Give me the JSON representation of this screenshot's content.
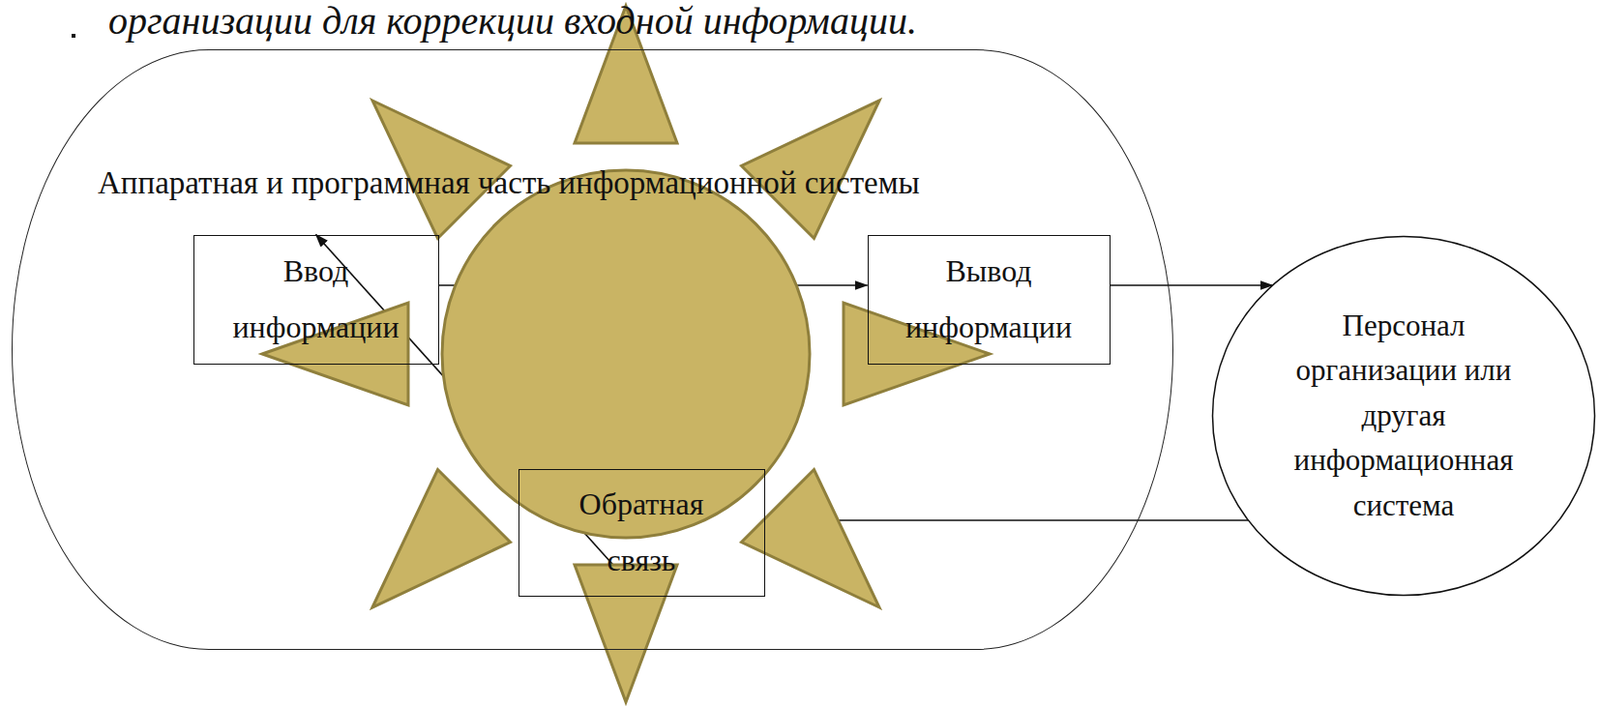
{
  "diagram": {
    "nodes": [
      {
        "text": [
          "Аппаратная и программная часть информационной системы"
        ]
      },
      {
        "text": [
          "Ввод информации"
        ],
        "in": 0
      },
      {
        "text": [
          "Вывод информации"
        ],
        "in": 0
      },
      {
        "text": [
          "Обратная связь"
        ],
        "in": 0
      },
      {
        "text": [
          "Персонал организации или другая информационная система"
        ]
      }
    ],
    "edges": [
      {
        "from": 1,
        "to": 2,
        "arrow": "to"
      },
      {
        "from": 2,
        "to": 4,
        "arrow": "to"
      },
      {
        "from": 4,
        "to": 3,
        "arrow": "none"
      },
      {
        "from": 3,
        "to": 1,
        "arrow": "to"
      }
    ],
    "labels": [
      "организации для коррекции входной информации."
    ]
  }
}
